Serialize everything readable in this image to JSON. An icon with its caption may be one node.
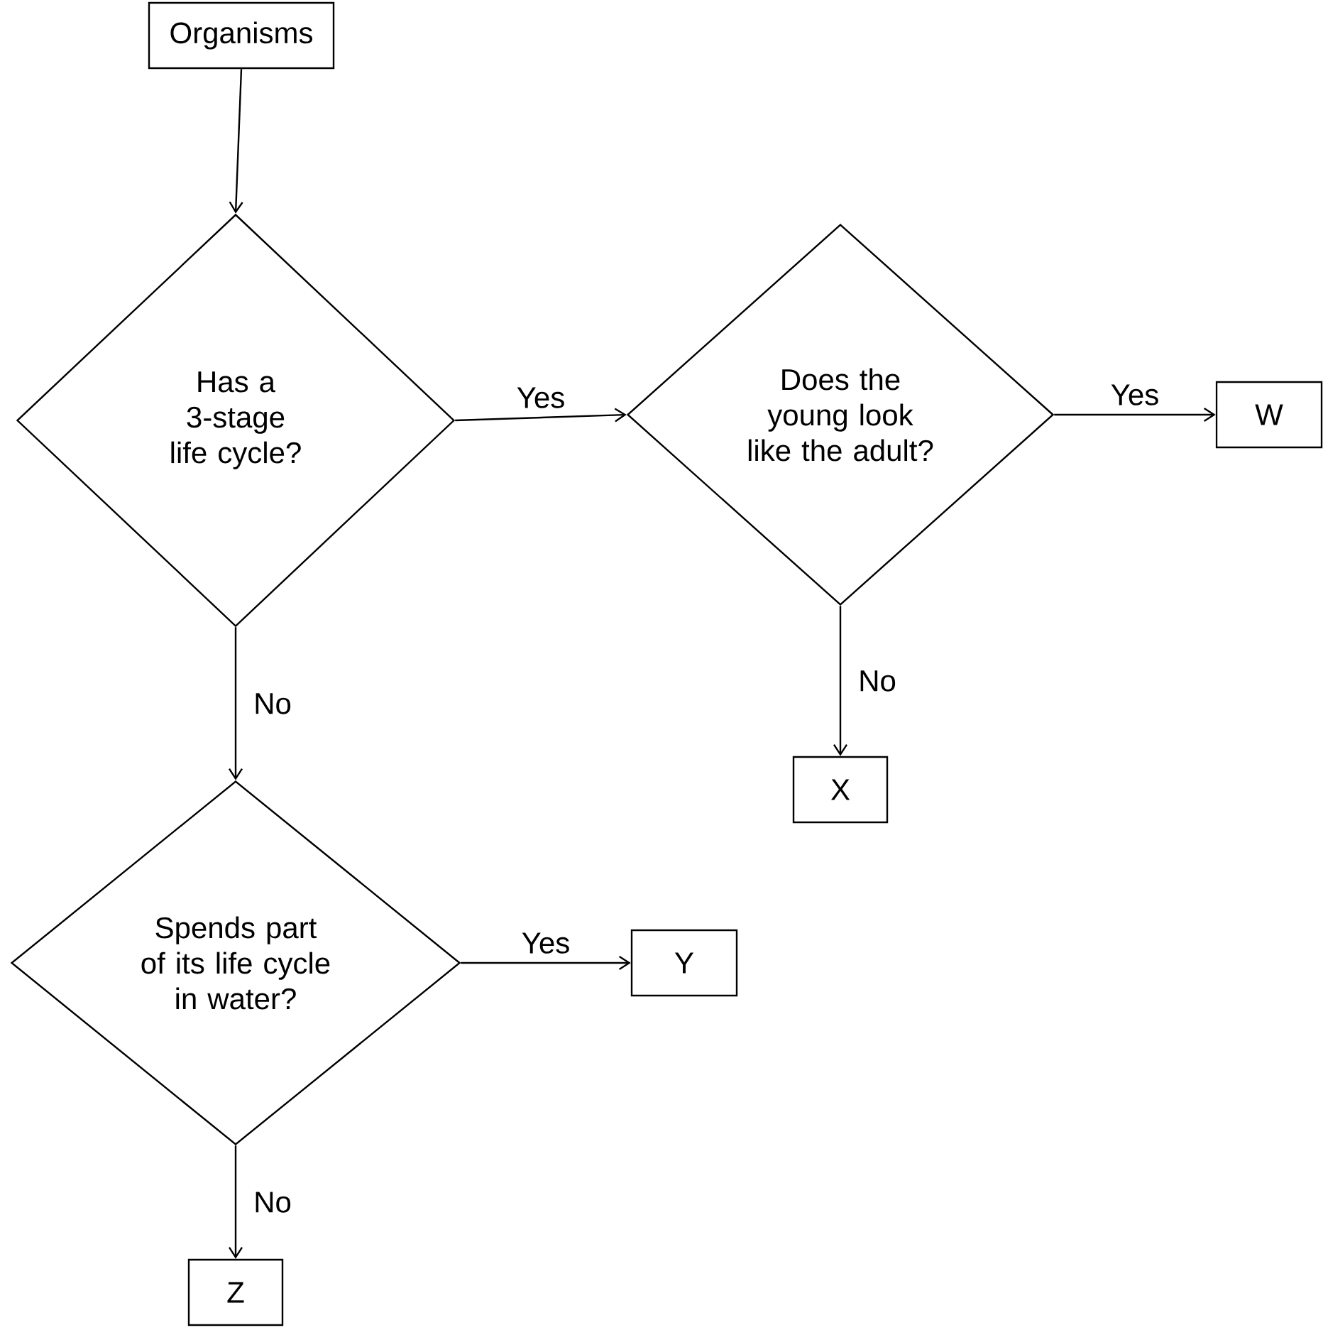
{
  "diagram": {
    "nodes": [
      {
        "text": [
          "Organisms"
        ]
      },
      {
        "text": [
          "Has a 3-stage life cycle?"
        ]
      },
      {
        "text": [
          "Does the young look like the adult?"
        ]
      },
      {
        "text": [
          "W"
        ]
      },
      {
        "text": [
          "X"
        ]
      },
      {
        "text": [
          "Spends part of its life cycle in water?"
        ]
      },
      {
        "text": [
          "Y"
        ]
      },
      {
        "text": [
          "Z"
        ]
      }
    ],
    "edges": [
      {
        "from": 0,
        "to": 1,
        "arrow": "to"
      },
      {
        "from": 1,
        "to": 2,
        "arrow": "to",
        "label": "Yes"
      },
      {
        "from": 2,
        "to": 3,
        "arrow": "to",
        "label": "Yes"
      },
      {
        "from": 2,
        "to": 4,
        "arrow": "to",
        "label": "No"
      },
      {
        "from": 1,
        "to": 5,
        "arrow": "to",
        "label": "No"
      },
      {
        "from": 5,
        "to": 6,
        "arrow": "to",
        "label": "Yes"
      },
      {
        "from": 5,
        "to": 7,
        "arrow": "to",
        "label": "No"
      }
    ]
  }
}
